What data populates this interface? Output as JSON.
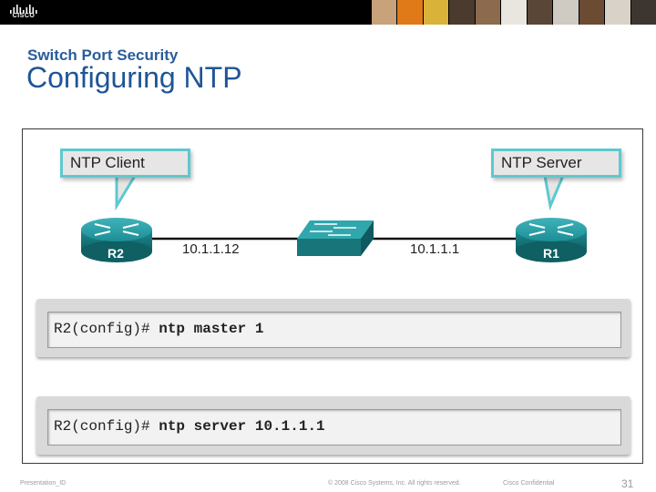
{
  "header": {
    "logo_text": "CISCO",
    "photo_colors": [
      "#c8a27a",
      "#e07a18",
      "#d9b23a",
      "#4b3a2e",
      "#8c6a4e",
      "#e9e6e0",
      "#5a4636",
      "#cfcac2",
      "#6b4c33",
      "#d8d2c8",
      "#3d3530"
    ]
  },
  "slide": {
    "subtitle": "Switch Port Security",
    "title": "Configuring NTP"
  },
  "diagram": {
    "client_callout": "NTP Client",
    "server_callout": "NTP Server",
    "router_left_label": "R2",
    "router_right_label": "R1",
    "left_ip": "10.1.1.12",
    "right_ip": "10.1.1.1",
    "accent_color": "#5fc8cf",
    "router_color": "#1d8c92"
  },
  "commands": [
    {
      "prompt": "R2(config)# ",
      "command": "ntp master 1"
    },
    {
      "prompt": "R2(config)# ",
      "command": "ntp server 10.1.1.1"
    }
  ],
  "footer": {
    "presentation_id": "Presentation_ID",
    "copyright": "© 2008 Cisco Systems, Inc. All rights reserved.",
    "confidential": "Cisco Confidential",
    "page_number": "31"
  }
}
